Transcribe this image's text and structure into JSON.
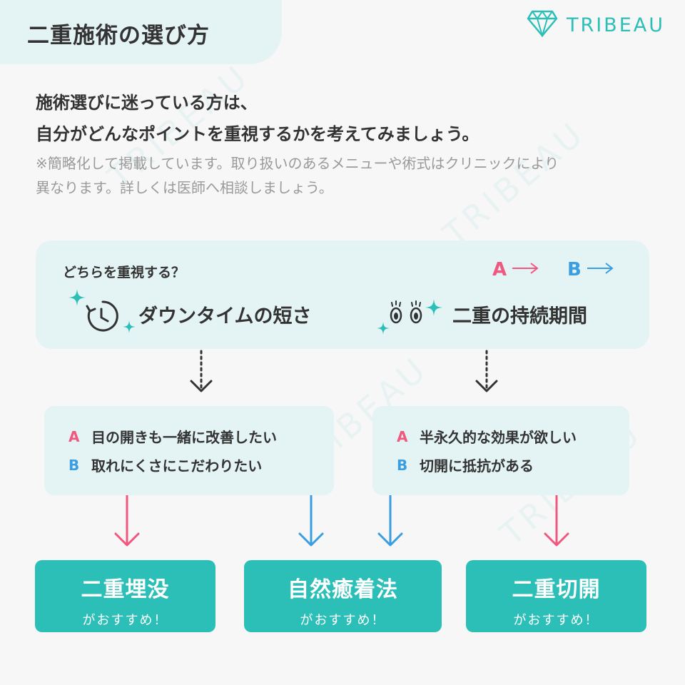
{
  "header": {
    "title": "二重施術の選び方",
    "logo_text": "TRIBEAU"
  },
  "intro": {
    "line1": "施術選びに迷っている方は、",
    "line2": "自分がどんなポイントを重視するかを考えてみましょう。"
  },
  "note": {
    "line1": "※簡略化して掲載しています。取り扱いのあるメニューや術式はクリニックにより",
    "line2": "異なります。詳しくは医師へ相談しましょう。"
  },
  "question": {
    "label": "どちらを重視する？",
    "legend_a": "A",
    "legend_b": "B",
    "option_left": "ダウンタイムの短さ",
    "option_right": "二重の持続期間"
  },
  "left_box": {
    "a_letter": "A",
    "a_text": "目の開きも一緒に改善したい",
    "b_letter": "B",
    "b_text": "取れにくさにこだわりたい"
  },
  "right_box": {
    "a_letter": "A",
    "a_text": "半永久的な効果が欲しい",
    "b_letter": "B",
    "b_text": "切開に抵抗がある"
  },
  "results": [
    {
      "name": "二重埋没",
      "sub": "がおすすめ！"
    },
    {
      "name": "自然癒着法",
      "sub": "がおすすめ！"
    },
    {
      "name": "二重切開",
      "sub": "がおすすめ！"
    }
  ],
  "colors": {
    "teal": "#2cbfb7",
    "light_teal_bg": "#e4f4f4",
    "a_pink": "#f0587f",
    "b_blue": "#3a9ee0",
    "text_dark": "#333333",
    "text_gray": "#9a9a9a"
  },
  "icons": {
    "logo": "diamond-icon",
    "left_option": "clock-icon",
    "right_option": "eyes-icon",
    "sparkle": "sparkle-icon"
  }
}
